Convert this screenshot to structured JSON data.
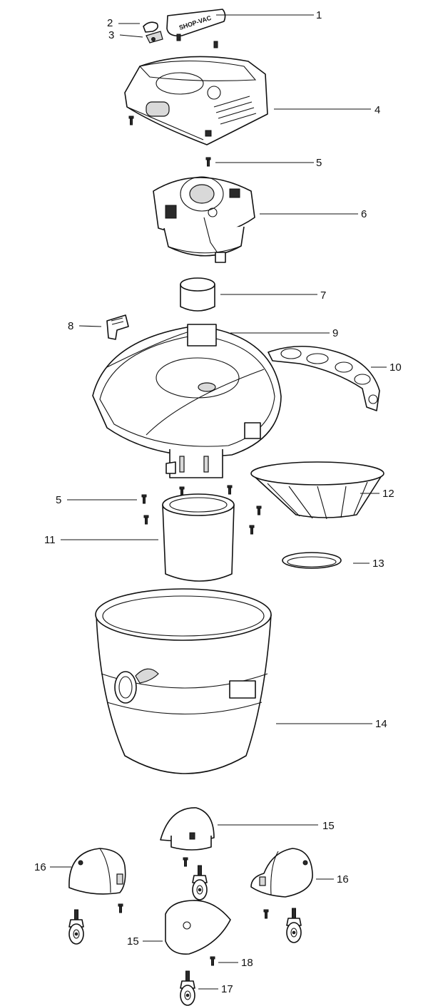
{
  "callouts": [
    {
      "id": "1",
      "text": "1"
    },
    {
      "id": "2",
      "text": "2"
    },
    {
      "id": "3",
      "text": "3"
    },
    {
      "id": "4",
      "text": "4"
    },
    {
      "id": "5a",
      "text": "5"
    },
    {
      "id": "6",
      "text": "6"
    },
    {
      "id": "7",
      "text": "7"
    },
    {
      "id": "8",
      "text": "8"
    },
    {
      "id": "9",
      "text": "9"
    },
    {
      "id": "10",
      "text": "10"
    },
    {
      "id": "5b",
      "text": "5"
    },
    {
      "id": "12",
      "text": "12"
    },
    {
      "id": "11",
      "text": "11"
    },
    {
      "id": "13",
      "text": "13"
    },
    {
      "id": "14",
      "text": "14"
    },
    {
      "id": "15a",
      "text": "15"
    },
    {
      "id": "16a",
      "text": "16"
    },
    {
      "id": "16b",
      "text": "16"
    },
    {
      "id": "15b",
      "text": "15"
    },
    {
      "id": "18",
      "text": "18"
    },
    {
      "id": "17",
      "text": "17"
    }
  ],
  "handle_lettering": "SHOP-VAC"
}
